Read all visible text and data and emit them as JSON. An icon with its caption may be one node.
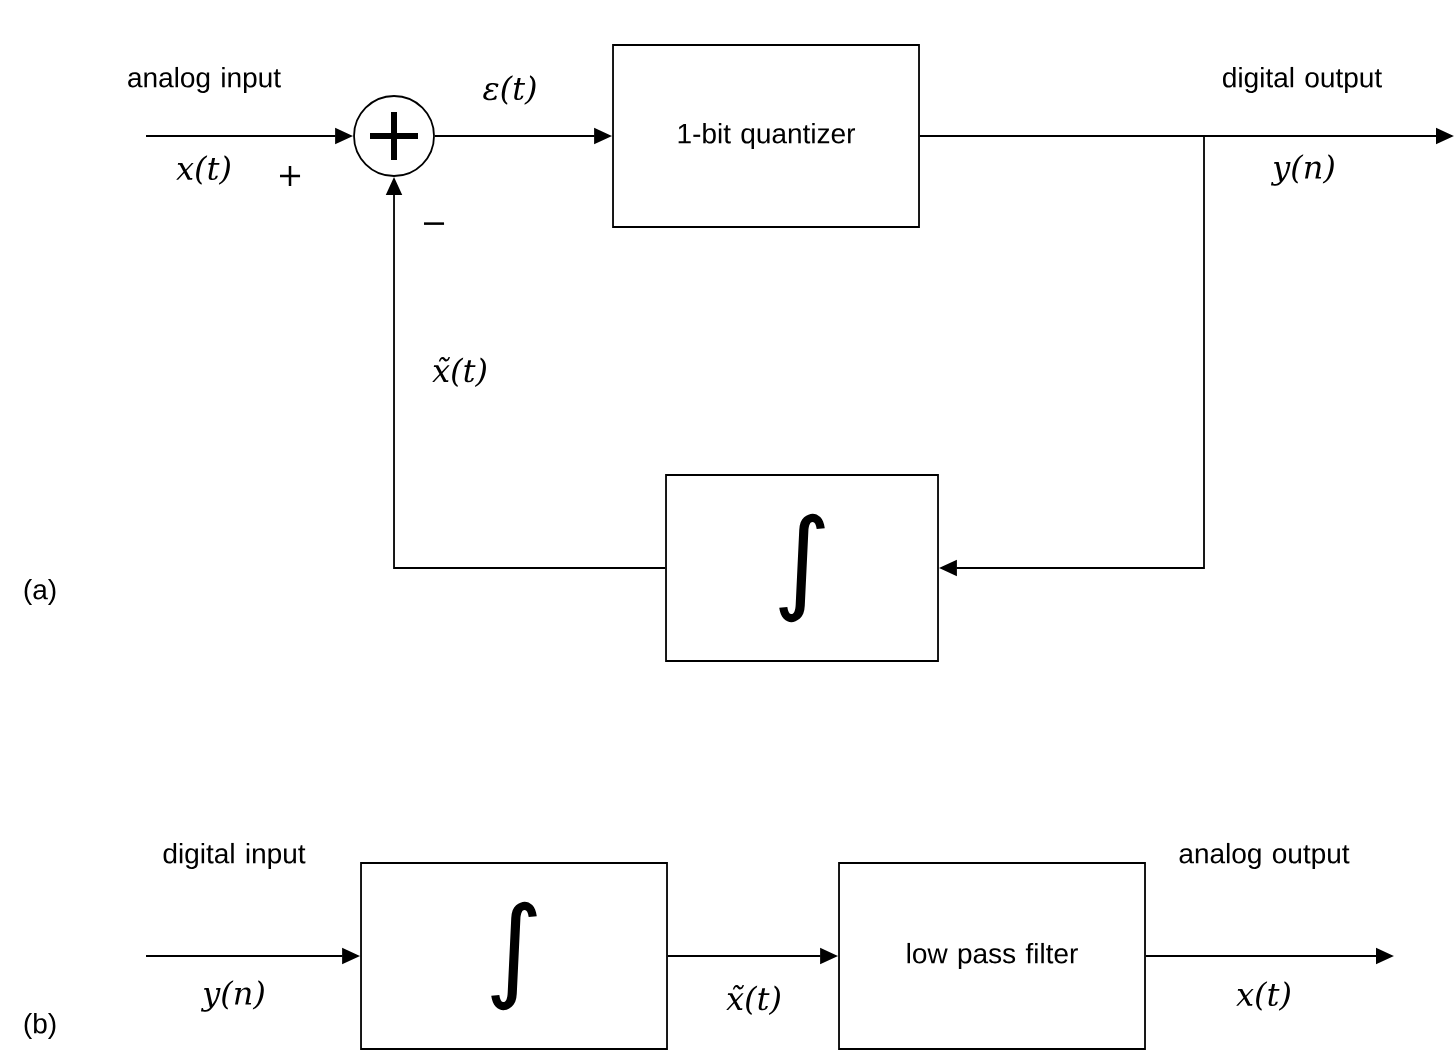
{
  "diagram": {
    "nodes": [
      {
        "text": [],
        "shape": "circle"
      },
      {
        "text": [
          "1-bit quantizer"
        ]
      },
      {
        "text": [
          "∫"
        ]
      },
      {
        "text": [
          "∫"
        ]
      },
      {
        "text": [
          "low pass filter"
        ]
      }
    ],
    "edges": [
      {
        "from": null,
        "to": 0,
        "arrow": "to",
        "label": "analog input"
      },
      {
        "from": 0,
        "to": 1,
        "arrow": "to",
        "label": "ε(t)"
      },
      {
        "from": 1,
        "to": null,
        "arrow": "to",
        "label": "digital output"
      },
      {
        "from": 1,
        "to": 2,
        "arrow": "to"
      },
      {
        "from": 2,
        "to": 0,
        "arrow": "to",
        "label": "x̃(t)"
      },
      {
        "from": null,
        "to": 3,
        "arrow": "to",
        "label": "digital input"
      },
      {
        "from": 3,
        "to": 4,
        "arrow": "to",
        "label": "x̃(t)"
      },
      {
        "from": 4,
        "to": null,
        "arrow": "to",
        "label": "analog output"
      }
    ],
    "labels": [
      "x(t)",
      "+",
      "−",
      "y(n)",
      "(a)",
      "y(n)",
      "x(t)",
      "(b)"
    ]
  }
}
